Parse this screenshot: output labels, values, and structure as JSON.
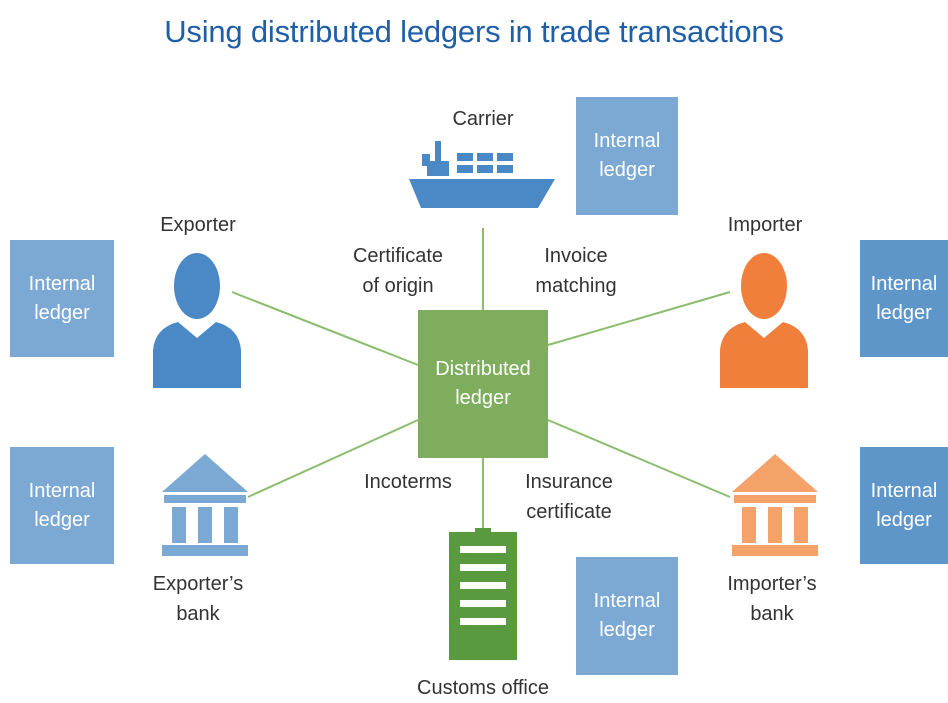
{
  "title": "Using distributed ledgers in trade transactions",
  "center": {
    "line1": "Distributed",
    "line2": "ledger"
  },
  "ledger": {
    "line1": "Internal",
    "line2": "ledger"
  },
  "parties": {
    "carrier": "Carrier",
    "exporter": "Exporter",
    "importer": "Importer",
    "exporters_bank": {
      "line1": "Exporter’s",
      "line2": "bank"
    },
    "importers_bank": {
      "line1": "Importer’s",
      "line2": "bank"
    },
    "customs": "Customs office"
  },
  "documents": {
    "certificate": {
      "line1": "Certificate",
      "line2": "of origin"
    },
    "invoice": {
      "line1": "Invoice",
      "line2": "matching"
    },
    "incoterms": "Incoterms",
    "insurance": {
      "line1": "Insurance",
      "line2": "certificate"
    }
  },
  "colors": {
    "title": "#1f5fa8",
    "central": "#7eae5d",
    "link": "#8bbd6e",
    "ledger_light": "#7ba9d3",
    "ledger_mid": "#5f96c9",
    "exporter_blue": "#4a89c5",
    "importer_orange": "#f07f3c",
    "bank_blue": "#7ba9d3",
    "bank_orange": "#f4a269",
    "customs_green": "#5a9a3e"
  },
  "icons": {
    "carrier": "ship-icon",
    "exporter": "person-icon",
    "importer": "person-icon",
    "exporters_bank": "bank-icon",
    "importers_bank": "bank-icon",
    "customs": "building-icon"
  }
}
